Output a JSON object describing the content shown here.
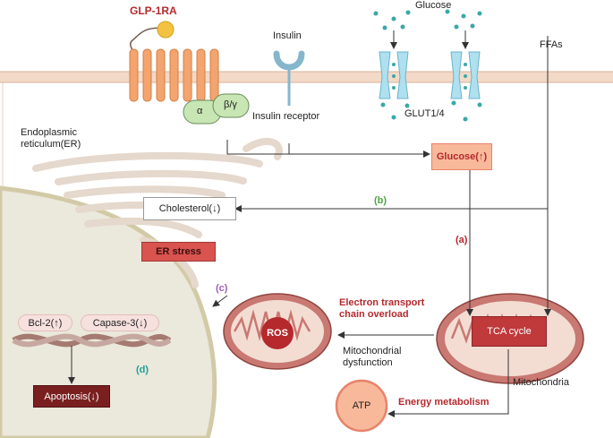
{
  "labels": {
    "glp1ra": "GLP-1RA",
    "insulin": "Insulin",
    "insulin_receptor": "Insulin receptor",
    "glucose_top": "Glucose",
    "glut": "GLUT1/4",
    "ffas": "FFAs",
    "alpha": "α",
    "beta_gamma": "β/γ",
    "er": "Endoplasmic\nreticulum(ER)",
    "electron_transport": "Electron transport\nchain overload",
    "mito_dysfunction": "Mitochondrial\ndysfunction",
    "mitochondria": "Mitochondria",
    "energy_metabolism": "Energy metabolism"
  },
  "boxes": {
    "glucose": "Glucose(↑)",
    "cholesterol": "Cholesterol(↓)",
    "er_stress": "ER stress",
    "bcl2": "Bcl-2(↑)",
    "caspase": "Capase-3(↓)",
    "apoptosis": "Apoptosis(↓)",
    "tca": "TCA cycle",
    "ros": "ROS",
    "atp": "ATP"
  },
  "tags": {
    "a": "(a)",
    "b": "(b)",
    "c": "(c)",
    "d": "(d)"
  },
  "colors": {
    "membrane": "#f2d9c8",
    "receptor": "#f4a46e",
    "g_protein": "#c8e6b4",
    "channel": "#aee0ef",
    "nucleus": "#ebe8dc",
    "mito_outer": "#c97872",
    "dark_red": "#b5292d",
    "orange_box": "#f8b99a",
    "purple_tag": "#a25bb5",
    "green_tag": "#4fa544",
    "teal_tag": "#1aa39b"
  }
}
